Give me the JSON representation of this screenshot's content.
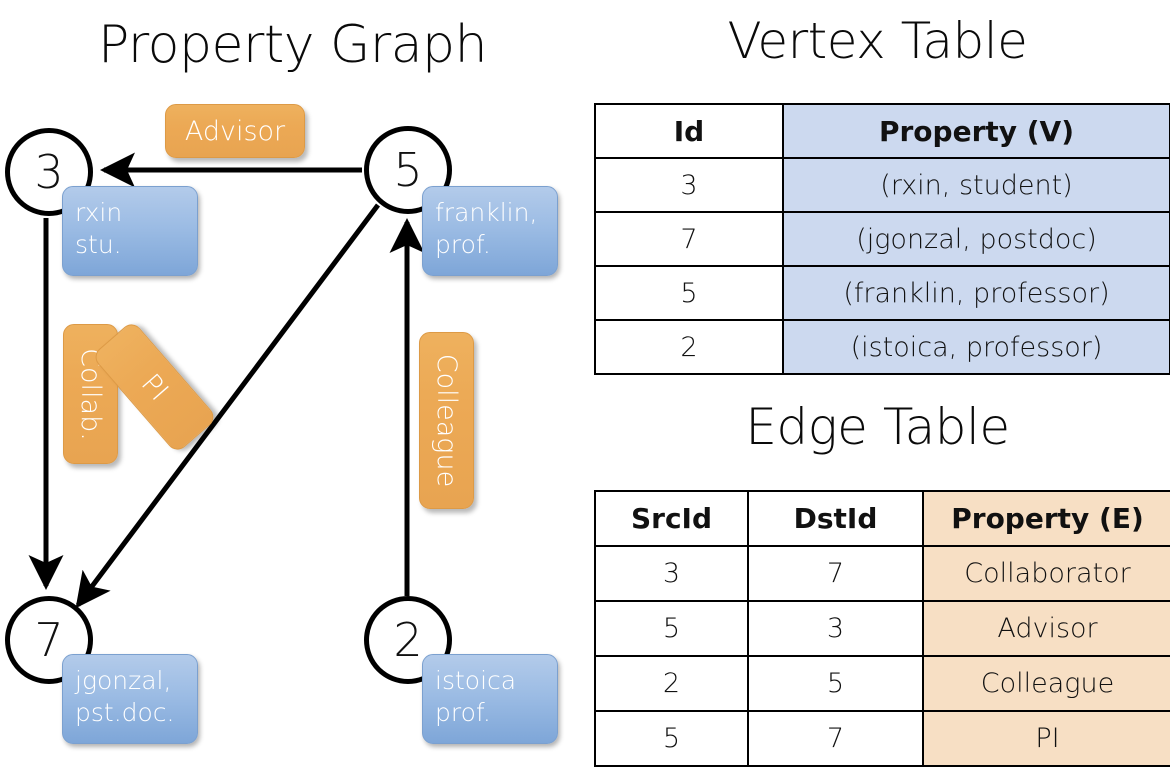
{
  "titles": {
    "property_graph": "Property Graph",
    "vertex_table": "Vertex Table",
    "edge_table": "Edge Table"
  },
  "colors": {
    "vertex_property_fill": "#ccd9ef",
    "edge_property_fill": "#f7dfc4",
    "node_box_blue": "#9cbce4",
    "edge_label_orange": "#eca955",
    "stroke": "#000000",
    "background": "#ffffff"
  },
  "graph": {
    "nodes": [
      {
        "id": "3",
        "property_lines": [
          "rxin",
          "stu."
        ]
      },
      {
        "id": "5",
        "property_lines": [
          "franklin,",
          "prof."
        ]
      },
      {
        "id": "7",
        "property_lines": [
          "jgonzal,",
          "pst.doc."
        ]
      },
      {
        "id": "2",
        "property_lines": [
          "istoica",
          "prof."
        ]
      }
    ],
    "edge_labels": [
      {
        "name": "advisor",
        "text": "Advisor",
        "orientation": "horizontal"
      },
      {
        "name": "collaborator",
        "text": "Collab.",
        "orientation": "vertical"
      },
      {
        "name": "pi",
        "text": "PI",
        "orientation": "rotated"
      },
      {
        "name": "colleague",
        "text": "Colleague",
        "orientation": "vertical"
      }
    ],
    "edges": [
      {
        "src": "5",
        "dst": "3",
        "label": "Advisor"
      },
      {
        "src": "3",
        "dst": "7",
        "label": "Collab."
      },
      {
        "src": "5",
        "dst": "7",
        "label": "PI"
      },
      {
        "src": "2",
        "dst": "5",
        "label": "Colleague"
      }
    ]
  },
  "vertex_table": {
    "headers": [
      "Id",
      "Property (V)"
    ],
    "rows": [
      {
        "id": "3",
        "property": "(rxin, student)"
      },
      {
        "id": "7",
        "property": "(jgonzal, postdoc)"
      },
      {
        "id": "5",
        "property": "(franklin, professor)"
      },
      {
        "id": "2",
        "property": "(istoica, professor)"
      }
    ]
  },
  "edge_table": {
    "headers": [
      "SrcId",
      "DstId",
      "Property (E)"
    ],
    "rows": [
      {
        "src": "3",
        "dst": "7",
        "property": "Collaborator"
      },
      {
        "src": "5",
        "dst": "3",
        "property": "Advisor"
      },
      {
        "src": "2",
        "dst": "5",
        "property": "Colleague"
      },
      {
        "src": "5",
        "dst": "7",
        "property": "PI"
      }
    ]
  }
}
